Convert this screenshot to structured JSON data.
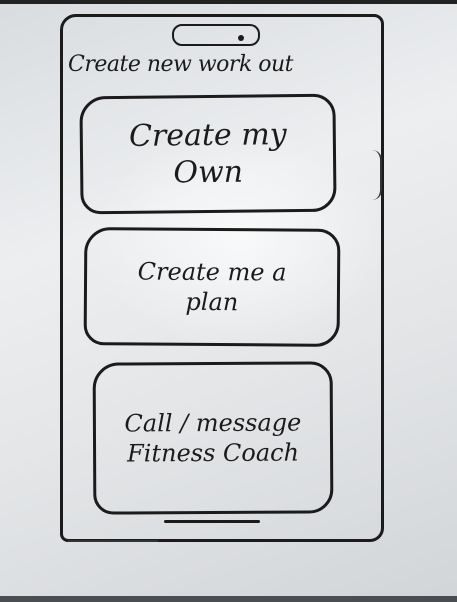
{
  "screen": {
    "title": "Create new work out"
  },
  "options": [
    {
      "label": "Create my\nOwn"
    },
    {
      "label": "Create me a\nplan"
    },
    {
      "label": "Call / message\nFitness Coach"
    }
  ]
}
